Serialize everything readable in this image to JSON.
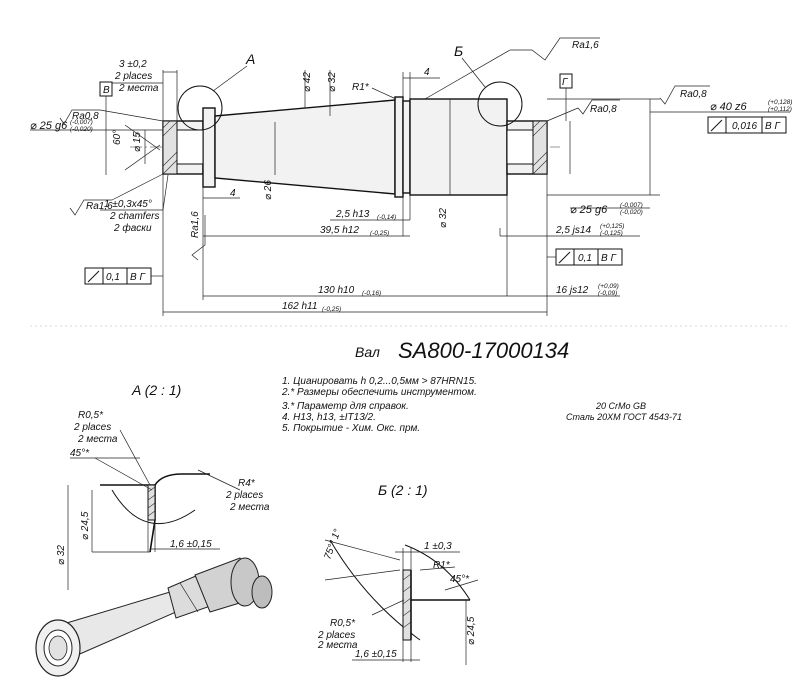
{
  "title": {
    "prefix": "Вал",
    "part_number": "SA800-17000134"
  },
  "notes": [
    "1. Цианировать  h 0,2...0,5мм  > 87HRN15.",
    "2.* Размеры  обеспечить  инструментом.",
    "3.* Параметр  для  справок.",
    "4.  H13,  h13,  ±IT13/2.",
    "5.  Покрытие - Хим.  Окс.  прм."
  ],
  "material": {
    "line1": "20 CrMo  GB",
    "line2": "Сталь 20ХМ  ГОСТ 4543-71"
  },
  "main_view": {
    "detail_label_a": "A",
    "detail_label_b": "Б",
    "datum_b": "В",
    "datum_g": "Г",
    "ra_left_top": "Ra0,8",
    "ra_left_bottom": "Ra1,6",
    "ra_center_bottom": "Ra1,6",
    "ra_top_right": "Ra1,6",
    "ra_right_mid": "Ra0,8",
    "ra_far_right": "Ra0,8",
    "dim_3": "3 ±0,2",
    "dim_3_places_en": "2 places",
    "dim_3_places_ru": "2 места",
    "dim_d25_left": "⌀ 25 g6",
    "dim_d25_left_tol_up": "(-0,007)",
    "dim_d25_left_tol_lo": "(-0,020)",
    "dim_60": "60°",
    "dim_d15": "⌀ 15",
    "dim_d42": "⌀ 42",
    "dim_d32_top": "⌀ 32",
    "dim_r1": "R1*",
    "dim_4_top": "4",
    "dim_4_low": "4",
    "dim_d26": "⌀ 26",
    "dim_d32_mid": "⌀ 32",
    "dim_d40": "⌀ 40 z6",
    "dim_d40_tol_up": "(+0,128)",
    "dim_d40_tol_lo": "(+0,112)",
    "runout_right_value": "0,016",
    "runout_right_datum": "В Г",
    "dim_d25_right": "⌀ 25 g6",
    "dim_d25_right_tol_up": "(-0,007)",
    "dim_d25_right_tol_lo": "(-0,020)",
    "dim_25h13": "2,5 h13",
    "dim_25h13_tol": "(-0,14)",
    "dim_395": "39,5 h12",
    "dim_395_tol": "(-0,25)",
    "dim_25js14": "2,5 js14",
    "dim_25js14_tol_up": "(+0,125)",
    "dim_25js14_tol_lo": "(-0,125)",
    "chamfer": "1 ±0,3x45°",
    "chamfer_en": "2 chamfers",
    "chamfer_ru": "2 фаски",
    "runout_left_value": "0,1",
    "runout_left_datum": "В Г",
    "runout_mid_value": "0,1",
    "runout_mid_datum": "В Г",
    "dim_130": "130 h10",
    "dim_130_tol": "(-0,16)",
    "dim_16": "16 js12",
    "dim_16_tol_up": "(+0,09)",
    "dim_16_tol_lo": "(-0,09)",
    "dim_162": "162 h11",
    "dim_162_tol": "(-0,25)"
  },
  "detail_a": {
    "title": "A  (2 : 1)",
    "r05": "R0,5*",
    "r05_en": "2 places",
    "r05_ru": "2 места",
    "angle": "45°*",
    "r4": "R4*",
    "r4_en": "2 places",
    "r4_ru": "2 места",
    "d245": "⌀ 24,5",
    "d32": "⌀ 32",
    "len": "1,6 ±0,15"
  },
  "detail_b": {
    "title": "Б  (2 : 1)",
    "angle_top": "75°* 1°",
    "dim_1": "1 ±0,3",
    "r1": "R1*",
    "angle_right": "45°*",
    "r05": "R0,5*",
    "r05_en": "2 places",
    "r05_ru": "2 места",
    "d245": "⌀ 24,5",
    "len": "1,6 ±0,15"
  }
}
